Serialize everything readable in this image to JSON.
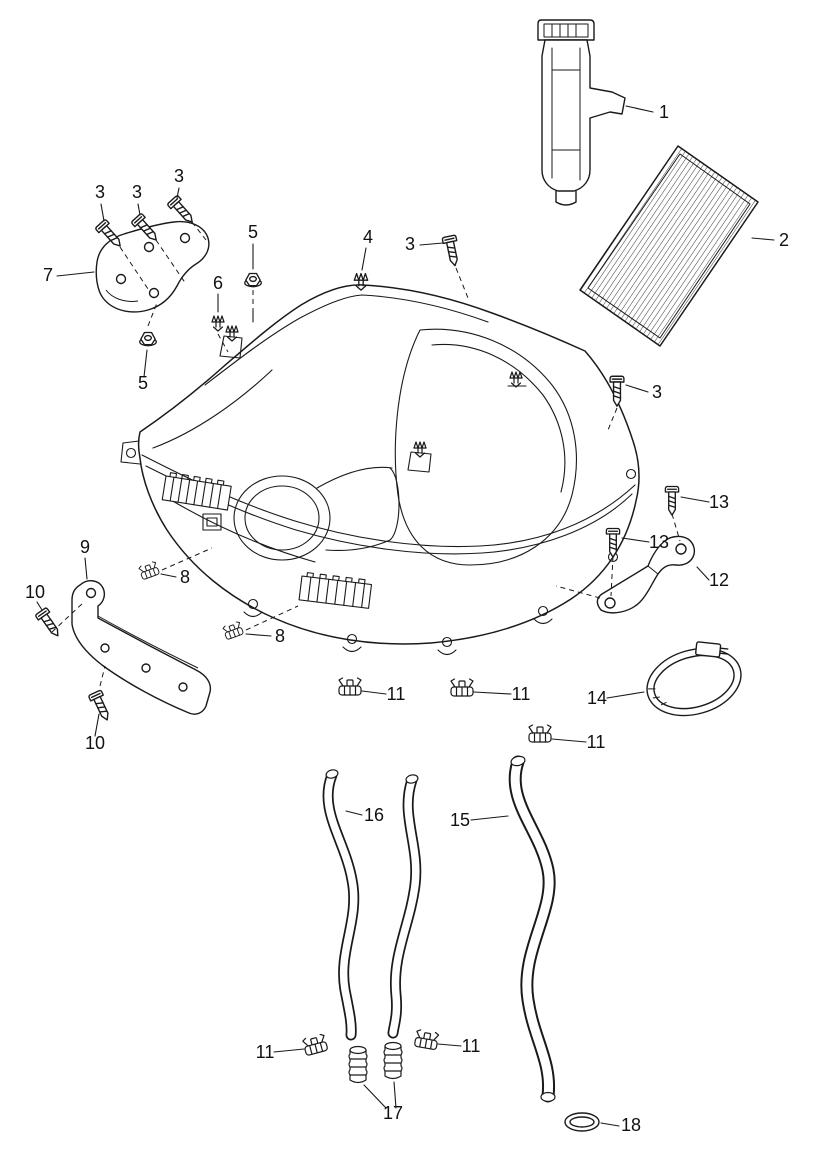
{
  "page": {
    "background_color": "#ffffff",
    "line_color": "#1a1a1a"
  },
  "diagram": {
    "type": "exploded-parts-diagram",
    "callout_labels": {
      "n1": "1",
      "n2": "2",
      "n3": "3",
      "n4": "4",
      "n5": "5",
      "n6": "6",
      "n7": "7",
      "n8": "8",
      "n9": "9",
      "n10": "10",
      "n11": "11",
      "n12": "12",
      "n13": "13",
      "n14": "14",
      "n15": "15",
      "n16": "16",
      "n17": "17",
      "n18": "18"
    },
    "callouts": [
      {
        "part": "1",
        "instances": 1
      },
      {
        "part": "2",
        "instances": 1
      },
      {
        "part": "3",
        "instances": 5
      },
      {
        "part": "4",
        "instances": 1
      },
      {
        "part": "5",
        "instances": 2
      },
      {
        "part": "6",
        "instances": 1
      },
      {
        "part": "7",
        "instances": 1
      },
      {
        "part": "8",
        "instances": 2
      },
      {
        "part": "9",
        "instances": 1
      },
      {
        "part": "10",
        "instances": 2
      },
      {
        "part": "11",
        "instances": 5
      },
      {
        "part": "12",
        "instances": 1
      },
      {
        "part": "13",
        "instances": 2
      },
      {
        "part": "14",
        "instances": 1
      },
      {
        "part": "15",
        "instances": 1
      },
      {
        "part": "16",
        "instances": 1
      },
      {
        "part": "17",
        "instances": 1
      },
      {
        "part": "18",
        "instances": 1
      }
    ]
  }
}
